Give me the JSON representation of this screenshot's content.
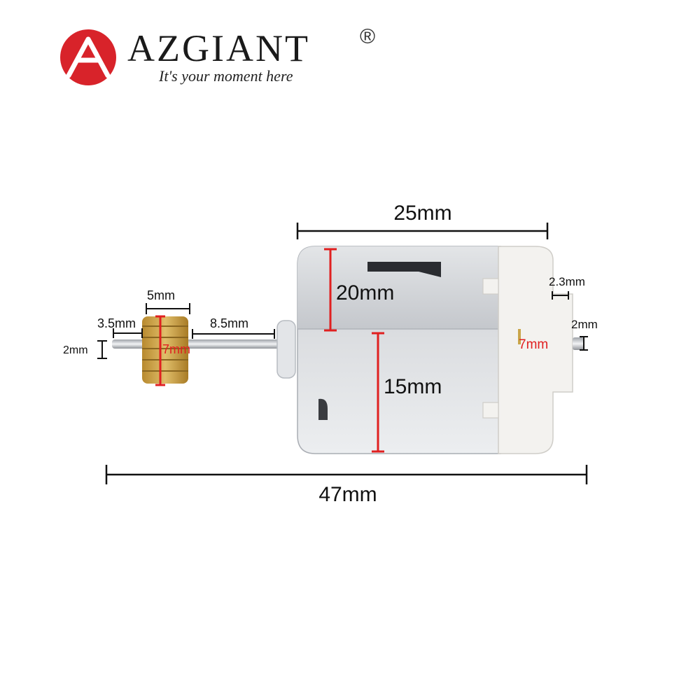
{
  "brand": {
    "name": "AZGIANT",
    "registered": "®",
    "slogan": "It's your moment here",
    "logo_icon": "brand-a-circle-icon",
    "accent_color": "#d8232a"
  },
  "dimensions": {
    "body_length": "25mm",
    "upper_height": "20mm",
    "lower_height": "15mm",
    "total_length": "47mm",
    "gear_length": "5mm",
    "shaft_tip": "3.5mm",
    "shaft_diameter": "2mm",
    "gear_diameter": "7mm",
    "shaft_exposed": "8.5mm",
    "rear_shaft_length": "2.3mm",
    "rear_shaft_diameter": "2mm",
    "rear_boss_diameter": "7mm"
  },
  "colors": {
    "dimension_line": "#111111",
    "highlight": "#e02020",
    "motor_body": "#d4d6da",
    "end_cap": "#f2f1ee",
    "gear": "#c9a14a"
  }
}
